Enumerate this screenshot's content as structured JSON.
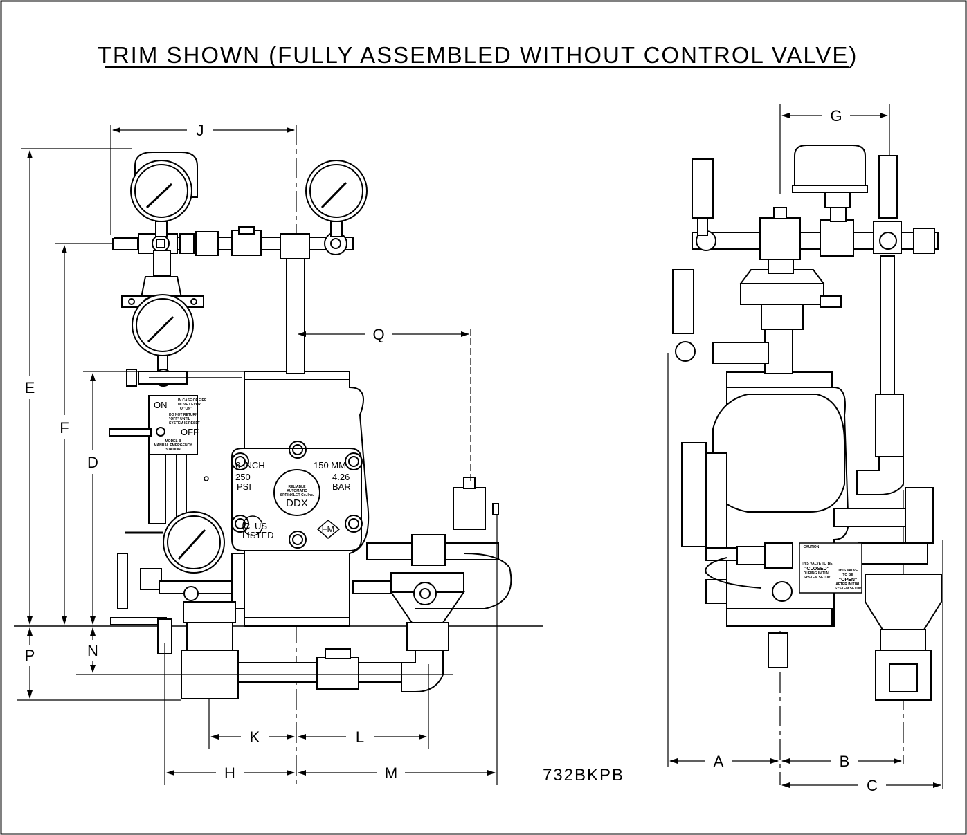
{
  "title": "TRIM SHOWN (FULLY ASSEMBLED WITHOUT CONTROL VALVE)",
  "drawing_number": "732BKPB",
  "dimensions": {
    "A": "A",
    "B": "B",
    "C": "C",
    "D": "D",
    "E": "E",
    "F": "F",
    "G": "G",
    "H": "H",
    "J": "J",
    "K": "K",
    "L": "L",
    "M": "M",
    "N": "N",
    "P": "P",
    "Q": "Q"
  },
  "valve_plate": {
    "size_in": "6 INCH",
    "size_mm": "150 MM",
    "psi_value": "250",
    "psi_unit": "PSI",
    "bar_value": "4.26",
    "bar_unit": "BAR",
    "maker_line1": "RELIABLE",
    "maker_line2": "AUTOMATIC",
    "maker_line3": "SPRINKLER Co. Inc.",
    "model": "DDX",
    "listing": "LISTED",
    "ul_left": "C",
    "ul_right": "US",
    "fm_mark": "FM"
  },
  "station_label": {
    "on": "ON",
    "off": "OFF",
    "line1": "IN CASE OF FIRE",
    "line2": "MOVE LEVER",
    "line3": "TO \"ON\"",
    "line4": "DO NOT RETURN",
    "line5": "\"OFF\" UNTIL",
    "line6": "SYSTEM IS RESET",
    "model1": "MODEL B",
    "model2": "MANUAL EMERGENCY",
    "model3": "STATION"
  },
  "caution_tag": {
    "heading": "CAUTION",
    "line1": "THIS VALVE TO BE",
    "closed": "\"CLOSED\"",
    "line2": "DURING INITIAL",
    "line3": "SYSTEM SETUP",
    "line4": "THIS VALVE",
    "line5": "TO BE",
    "open": "\"OPEN\"",
    "line6": "AFTER INITIAL",
    "line7": "SYSTEM SETUP"
  }
}
